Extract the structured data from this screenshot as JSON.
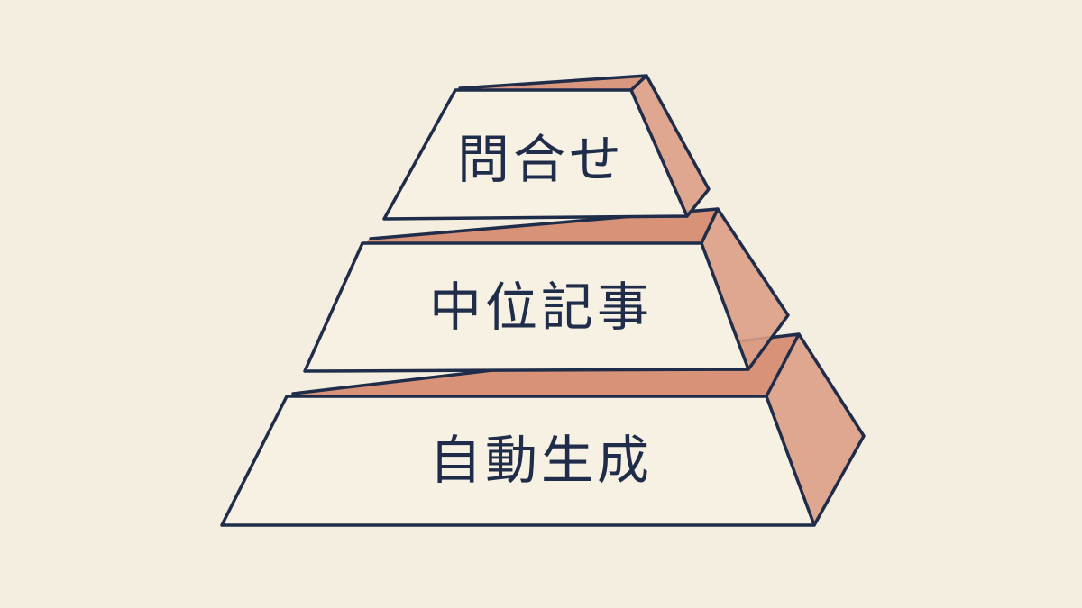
{
  "diagram": {
    "type": "pyramid",
    "tiers": [
      {
        "label": "問合せ"
      },
      {
        "label": "中位記事"
      },
      {
        "label": "自動生成"
      }
    ]
  },
  "colors": {
    "background": "#f4eee1",
    "face": "#f7f1e4",
    "side": "#dd9e86",
    "top_band": "#cf7a5c",
    "outline": "#1f2d4a",
    "text": "#1f2d4a"
  }
}
